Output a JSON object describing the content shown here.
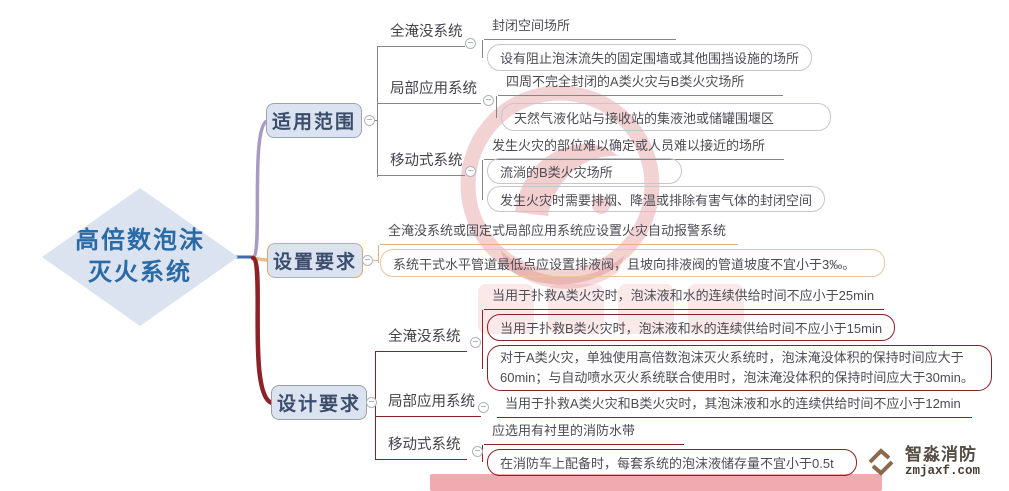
{
  "central": {
    "line1": "高倍数泡沫",
    "line2": "灭火系统"
  },
  "icons": {
    "collapse": "−",
    "logo_mark": "diamond-chevrons"
  },
  "branches": [
    {
      "label": "适用范围",
      "children": [
        {
          "label": "全淹没系统",
          "leaves": [
            {
              "text": "封闭空间场所"
            },
            {
              "text": "设有阻止泡沫流失的固定围墙或其他围挡设施的场所"
            }
          ]
        },
        {
          "label": "局部应用系统",
          "leaves": [
            {
              "text": "四周不完全封闭的A类火灾与B类火灾场所"
            },
            {
              "text": "天然气液化站与接收站的集液池或储罐围堰区"
            }
          ]
        },
        {
          "label": "移动式系统",
          "leaves": [
            {
              "text": "发生火灾的部位难以确定或人员难以接近的场所"
            },
            {
              "text": "流淌的B类火灾场所"
            },
            {
              "text": "发生火灾时需要排烟、降温或排除有害气体的封闭空间"
            }
          ]
        }
      ]
    },
    {
      "label": "设置要求",
      "leaves": [
        {
          "text": "全淹没系统或固定式局部应用系统应设置火灾自动报警系统"
        },
        {
          "text": "系统干式水平管道最低点应设置排液阀，且坡向排液阀的管道坡度不宜小于3‰。"
        }
      ]
    },
    {
      "label": "设计要求",
      "children": [
        {
          "label": "全淹没系统",
          "leaves": [
            {
              "text": "当用于扑救A类火灾时，泡沫液和水的连续供给时间不应小于25min"
            },
            {
              "text": "当用于扑救B类火灾时，泡沫液和水的连续供给时间不应小于15min"
            },
            {
              "text": "对于A类火灾，单独使用高倍数泡沫灭火系统时，泡沫淹没体积的保持时间应大于60min；与自动喷水灭火系统联合使用时，泡沫淹没体积的保持时间应大于30min。"
            }
          ]
        },
        {
          "label": "局部应用系统",
          "leaves": [
            {
              "text": "当用于扑救A类火灾和B类火灾时，其泡沫液和水的连续供给时间不应小于12min"
            }
          ]
        },
        {
          "label": "移动式系统",
          "leaves": [
            {
              "text": "应选用有衬里的消防水带"
            },
            {
              "text": "在消防车上配备时，每套系统的泡沫液储存量不宜小于0.5t"
            }
          ]
        }
      ]
    }
  ],
  "logo": {
    "brand": "智淼消防",
    "domain": "zmjaxf.com"
  },
  "colors": {
    "central_text": "#2b6ba5",
    "node_fill": "#dbe3f1",
    "node_border_scope": "#99a3bd",
    "node_border_setup": "#d9a870",
    "node_border_design": "#9aa0ab",
    "branch_scope_line": "#a89ac2",
    "branch_setup_line": "#e9bc8a",
    "branch_design_line": "#8c2127",
    "gray_line": "#85858e",
    "gray_box": "#c4c7d0",
    "tan_line": "#e3b183",
    "tan_box": "#e7c7a1",
    "darkred": "#8c2127",
    "center_stub_blue": "#3f6ca6",
    "stamp_red": "#cd4247",
    "logo_brown": "#8a6a4c"
  }
}
